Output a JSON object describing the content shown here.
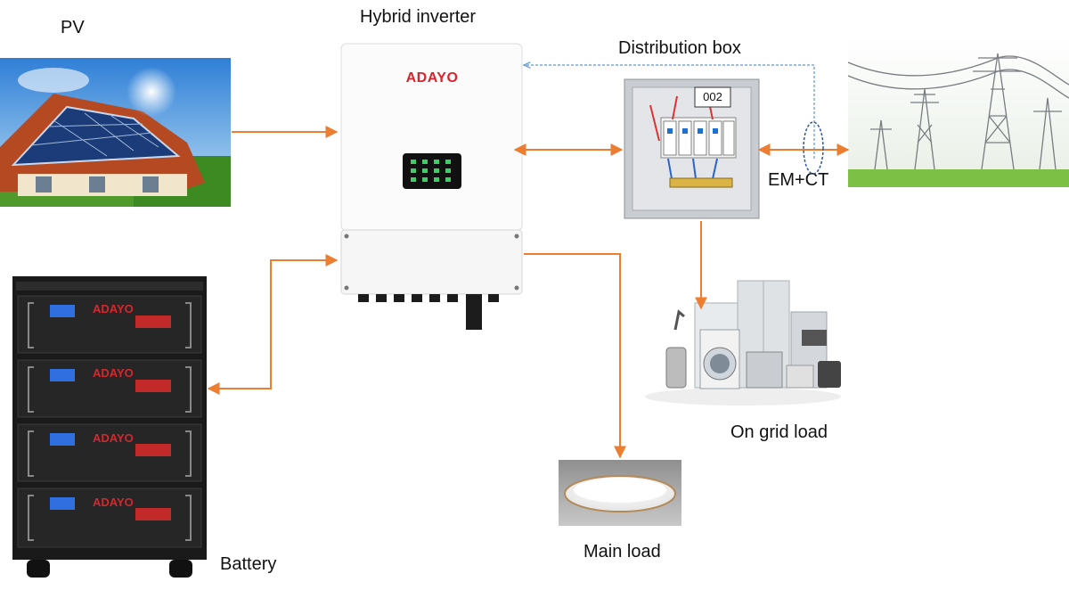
{
  "labels": {
    "pv": "PV",
    "inverter": "Hybrid inverter",
    "distribution_box": "Distribution box",
    "em_ct": "EM+CT",
    "on_grid_load": "On grid load",
    "main_load": "Main load",
    "battery": "Battery"
  },
  "brand": "ADAYO",
  "box_number": "002",
  "colors": {
    "power_arrow": "#ed7d31",
    "comm_line": "#5b9bd5",
    "brand_red": "#d7262e"
  }
}
